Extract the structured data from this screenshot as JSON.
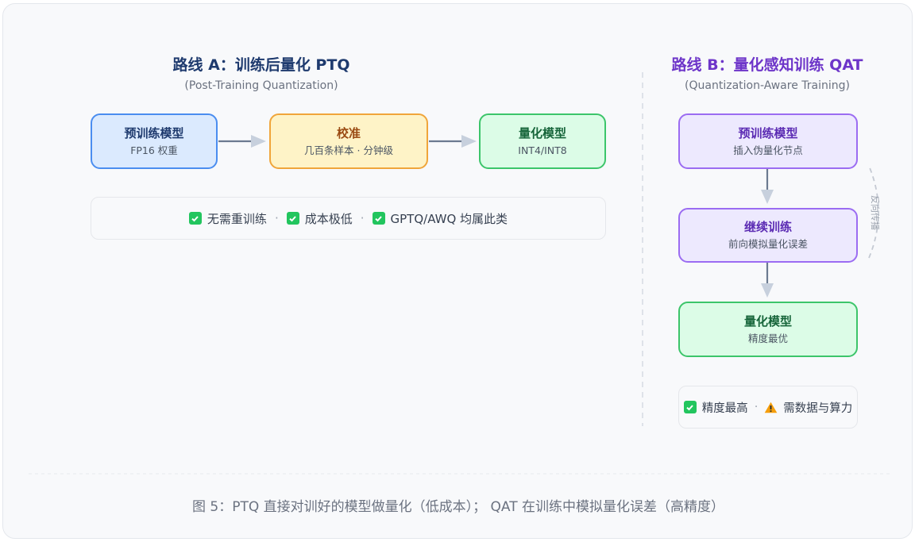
{
  "route_a": {
    "title": "路线 A：训练后量化 PTQ",
    "subtitle": "(Post-Training Quantization)",
    "nodes": [
      {
        "title": "预训练模型",
        "sub": "FP16 权重"
      },
      {
        "title": "校准",
        "sub": "几百条样本 · 分钟级"
      },
      {
        "title": "量化模型",
        "sub": "INT4/INT8"
      }
    ],
    "notes": [
      "无需重训练",
      "成本极低",
      "GPTQ/AWQ 均属此类"
    ]
  },
  "route_b": {
    "title": "路线 B：量化感知训练 QAT",
    "subtitle": "(Quantization-Aware Training)",
    "nodes": [
      {
        "title": "预训练模型",
        "sub": "插入伪量化节点"
      },
      {
        "title": "继续训练",
        "sub": "前向模拟量化误差"
      },
      {
        "title": "量化模型",
        "sub": "精度最优"
      }
    ],
    "backprop_label": "反向传播",
    "notes": [
      {
        "icon": "check-icon",
        "text": "精度最高"
      },
      {
        "icon": "warning-icon",
        "text": "需数据与算力"
      }
    ]
  },
  "caption": "图 5：PTQ 直接对训好的模型做量化（低成本）； QAT 在训练中模拟量化误差（高精度）",
  "colors": {
    "route_a_title": "#1e3a6e",
    "route_b_title": "#6d35c9",
    "arrow": "#6b7a90",
    "arrow_head": "#c7d0dd",
    "check": "#22c55e",
    "warning": "#f59e0b"
  }
}
